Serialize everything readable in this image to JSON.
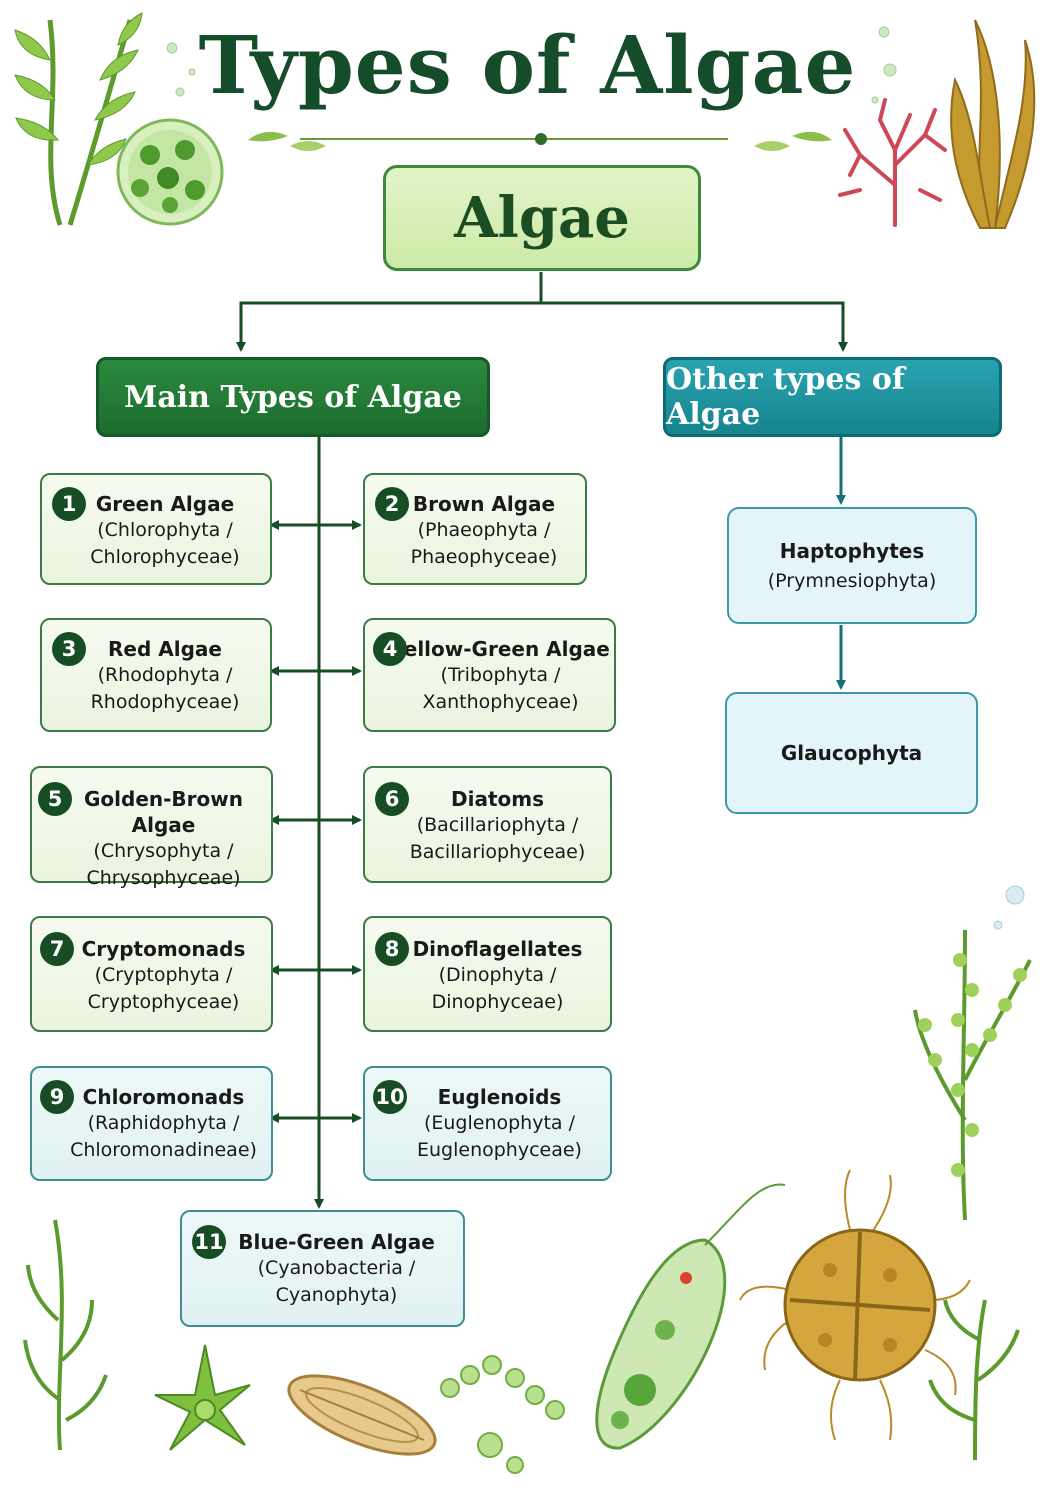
{
  "title": "Types of Algae",
  "root": "Algae",
  "main_category": "Main Types of Algae",
  "other_category": "Other types of Algae",
  "main_items": [
    {
      "num": "1",
      "name": "Green Algae",
      "sci": "(Chlorophyta /",
      "sci2": "Chlorophyceae)"
    },
    {
      "num": "2",
      "name": "Brown Algae",
      "sci": "(Phaeophyta /",
      "sci2": "Phaeophyceae)"
    },
    {
      "num": "3",
      "name": "Red Algae",
      "sci": "(Rhodophyta /",
      "sci2": "Rhodophyceae)"
    },
    {
      "num": "4",
      "name": "Yellow-Green Algae",
      "sci": "(Tribophyta /",
      "sci2": "Xanthophyceae)"
    },
    {
      "num": "5",
      "name": "Golden-Brown Algae",
      "sci": "(Chrysophyta /",
      "sci2": "Chrysophyceae)"
    },
    {
      "num": "6",
      "name": "Diatoms",
      "sci": "(Bacillariophyta /",
      "sci2": "Bacillariophyceae)"
    },
    {
      "num": "7",
      "name": "Cryptomonads",
      "sci": "(Cryptophyta /",
      "sci2": "Cryptophyceae)"
    },
    {
      "num": "8",
      "name": "Dinoflagellates",
      "sci": "(Dinophyta /",
      "sci2": "Dinophyceae)"
    },
    {
      "num": "9",
      "name": "Chloromonads",
      "sci": "(Raphidophyta /",
      "sci2": "Chloromonadineae)"
    },
    {
      "num": "10",
      "name": "Euglenoids",
      "sci": "(Euglenophyta /",
      "sci2": "Euglenophyceae)"
    },
    {
      "num": "11",
      "name": "Blue-Green Algae",
      "sci": "(Cyanobacteria /",
      "sci2": "Cyanophyta)"
    }
  ],
  "other_items": [
    {
      "name": "Haptophytes",
      "sci": "(Prymnesiophyta)"
    },
    {
      "name": "Glaucophyta",
      "sci": ""
    }
  ],
  "colors": {
    "dark_green": "#164d25",
    "main_green": "#2b8a3e",
    "teal": "#1a9aa6",
    "light_green": "#cdeaa8",
    "light_blue": "#e3f5f8"
  }
}
